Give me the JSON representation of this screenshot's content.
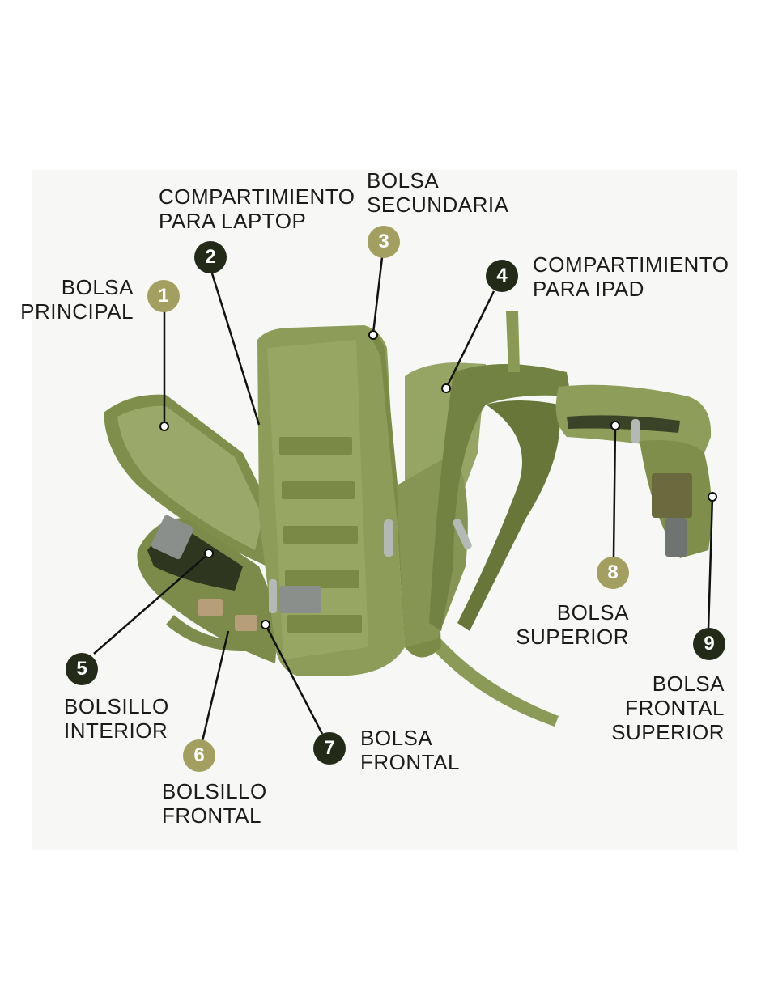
{
  "colors": {
    "badge_dark": "#232a18",
    "badge_olive": "#a39f60",
    "leader_line": "#111111",
    "pack_main": "#8a9a55",
    "pack_dark": "#5e6b36",
    "pack_light": "#a4b36d"
  },
  "callouts": [
    {
      "number": "1",
      "badge": "olive",
      "lines": [
        "BOLSA",
        "PRINCIPAL"
      ]
    },
    {
      "number": "2",
      "badge": "dark",
      "lines": [
        "COMPARTIMIENTO",
        "PARA LAPTOP"
      ]
    },
    {
      "number": "3",
      "badge": "olive",
      "lines": [
        "BOLSA",
        "SECUNDARIA"
      ]
    },
    {
      "number": "4",
      "badge": "dark",
      "lines": [
        "COMPARTIMIENTO",
        "PARA IPAD"
      ]
    },
    {
      "number": "5",
      "badge": "dark",
      "lines": [
        "BOLSILLO",
        "INTERIOR"
      ]
    },
    {
      "number": "6",
      "badge": "olive",
      "lines": [
        "BOLSILLO",
        "FRONTAL"
      ]
    },
    {
      "number": "7",
      "badge": "dark",
      "lines": [
        "BOLSA",
        "FRONTAL"
      ]
    },
    {
      "number": "8",
      "badge": "olive",
      "lines": [
        "BOLSA",
        "SUPERIOR"
      ]
    },
    {
      "number": "9",
      "badge": "dark",
      "lines": [
        "BOLSA",
        "FRONTAL",
        "SUPERIOR"
      ]
    }
  ]
}
